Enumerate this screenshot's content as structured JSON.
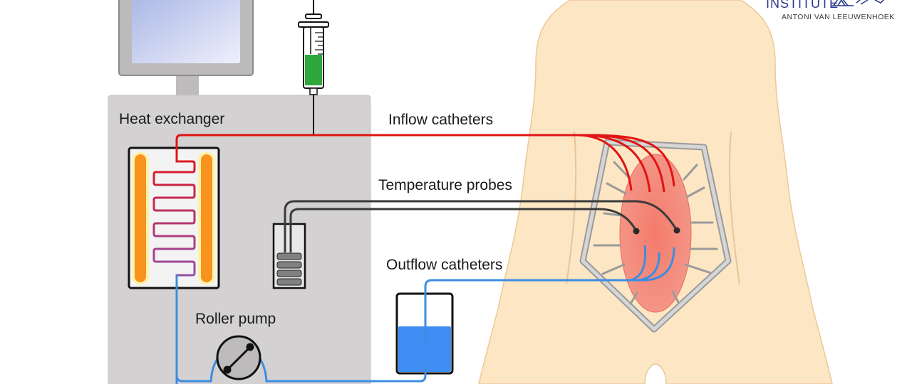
{
  "labels": {
    "heat_exchanger": "Heat exchanger",
    "inflow_catheters": "Inflow catheters",
    "temperature_probes": "Temperature probes",
    "outflow_catheters": "Outflow catheters",
    "roller_pump": "Roller pump"
  },
  "logo": {
    "title": "INSTITUTE",
    "subtitle": "ANTONI VAN LEEUWENHOEK"
  },
  "colors": {
    "inflow": "#e01414",
    "outflow": "#3d8de0",
    "probe": "#3a3a3a",
    "body_skin": "#fde6c4",
    "machine": "#d3d1d2",
    "reservoir_fluid": "#3d8df2",
    "syringe_fluid": "#2ea83a",
    "tumor": "#f08070"
  }
}
